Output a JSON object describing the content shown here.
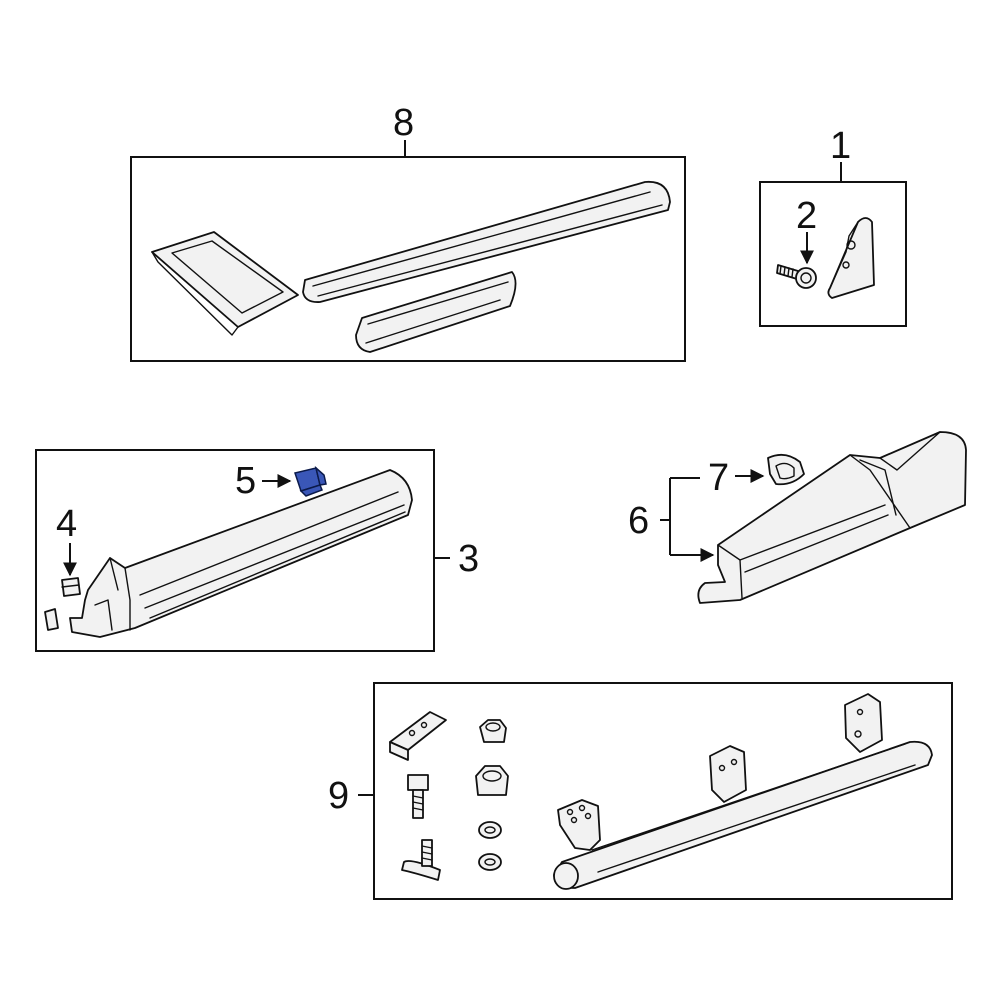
{
  "colors": {
    "highlight": "#3a57b8",
    "line": "#111111",
    "fill": "#f2f2f2"
  },
  "callouts": {
    "c1": "1",
    "c2": "2",
    "c3": "3",
    "c4": "4",
    "c5": "5",
    "c6": "6",
    "c7": "7",
    "c8": "8",
    "c9": "9"
  }
}
